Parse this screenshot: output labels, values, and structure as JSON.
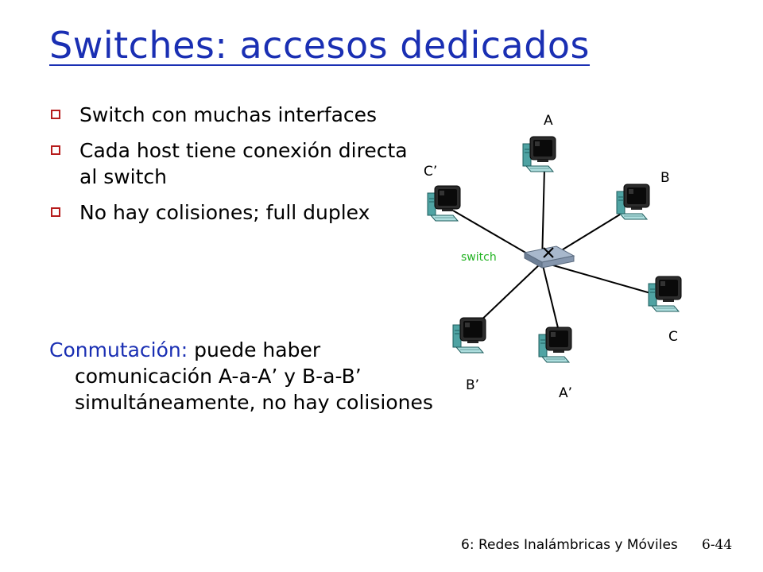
{
  "slide": {
    "title": "Switches: accesos dedicados",
    "bullets": [
      "Switch con muchas interfaces",
      "Cada host tiene conexión directa al switch",
      "No hay colisiones; full duplex"
    ],
    "paragraph_lead": "Conmutación:",
    "paragraph_rest": " puede haber comunicación A-a-A’ y B-a-B’ simultáneamente, no hay colisiones",
    "footer": "6: Redes Inalámbricas y Móviles",
    "page_number": "6-44"
  },
  "diagram": {
    "switch_label": "switch",
    "hosts": [
      "A",
      "B",
      "C",
      "A’",
      "B’",
      "C’"
    ]
  }
}
